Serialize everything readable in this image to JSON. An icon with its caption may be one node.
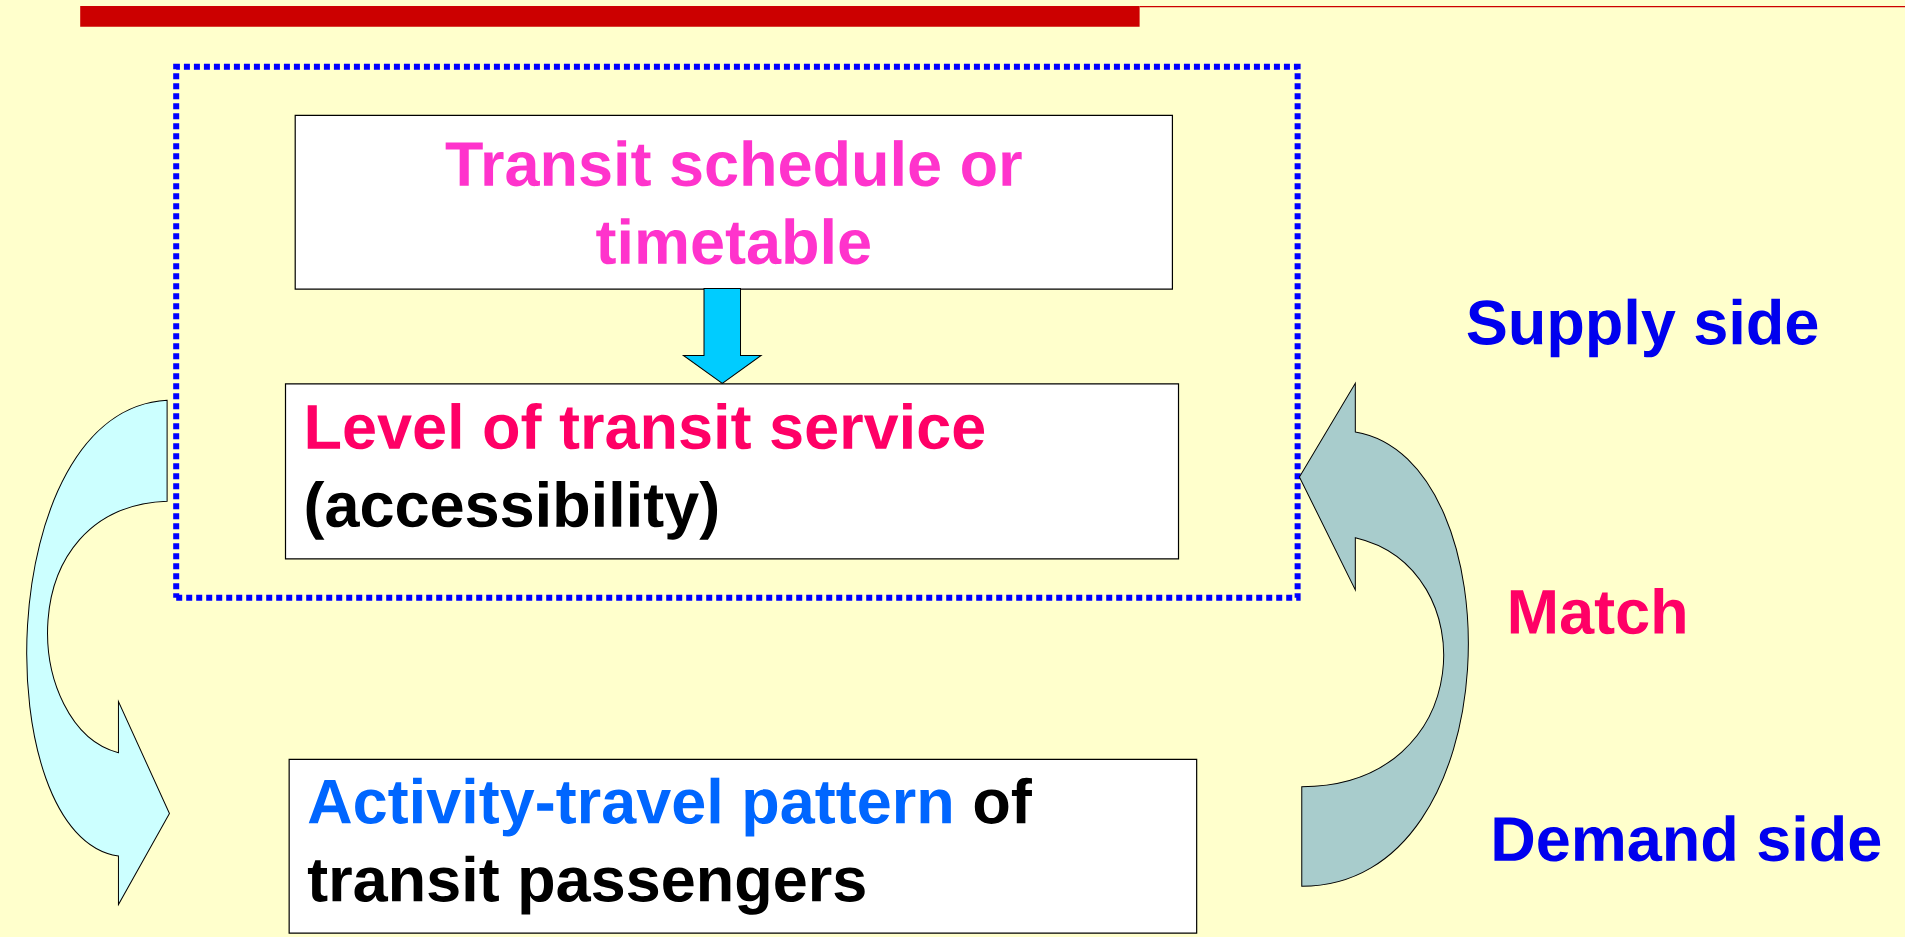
{
  "diagram": {
    "nodes": [
      {
        "text": [],
        "shape": "box"
      },
      {
        "text": [
          "Transit schedule or timetable"
        ],
        "in": 0
      },
      {
        "text": [
          "Level of transit service",
          "(accessibility)"
        ],
        "in": 0
      },
      {
        "text": [
          "Activity-travel pattern",
          "of transit passengers"
        ]
      }
    ],
    "edges": [
      {
        "from": 1,
        "to": 2,
        "arrow": "to"
      },
      {
        "from": 0,
        "to": 3,
        "arrow": "to"
      },
      {
        "from": 3,
        "to": 0,
        "arrow": "to"
      }
    ],
    "labels": [
      "Supply side",
      "Match",
      "Demand side"
    ]
  }
}
